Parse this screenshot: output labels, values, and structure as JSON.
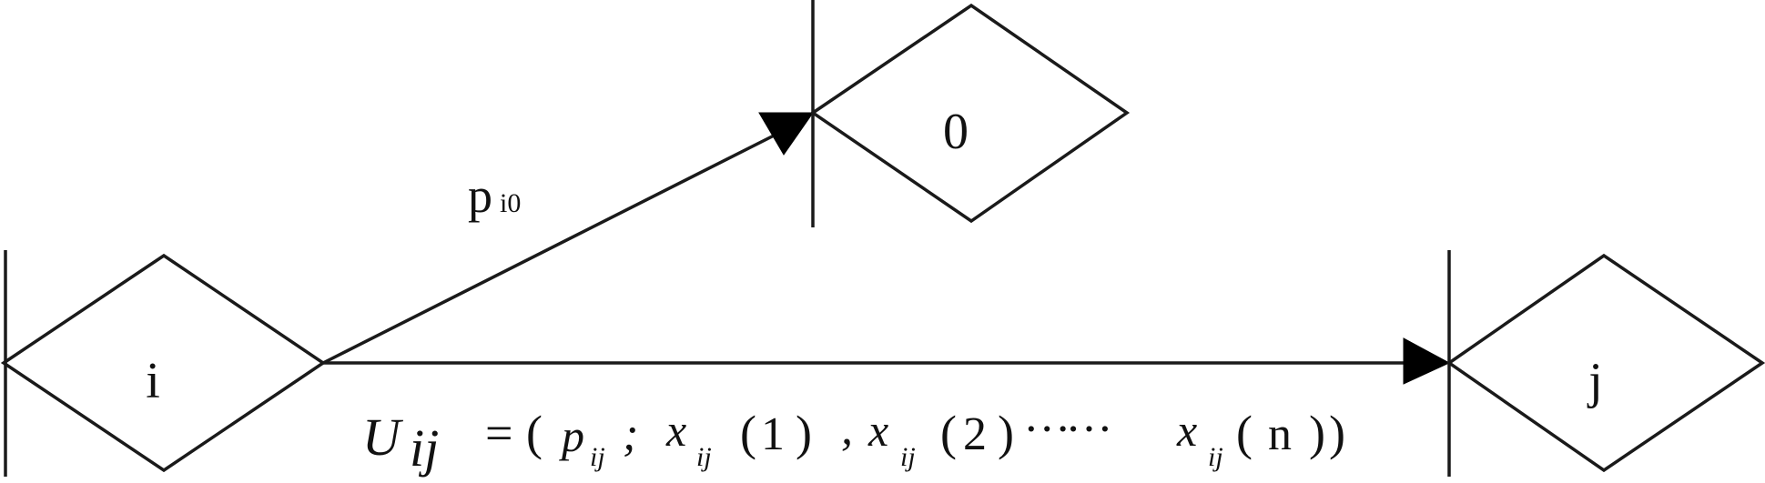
{
  "nodes": {
    "i": {
      "label": "i"
    },
    "zero": {
      "label": "0"
    },
    "j": {
      "label": "j"
    }
  },
  "edges": {
    "i_to_0": {
      "label_base": "p",
      "label_sub": "i0"
    },
    "i_to_j": {
      "U": "U",
      "U_sub": "ij",
      "eq": "=",
      "lparen": "(",
      "p": "p",
      "p_sub": "ij",
      "semi": ";",
      "x1": "x",
      "x1_sub": "ij",
      "arg1_open": "(",
      "arg1": "1",
      "arg1_close": ")",
      "comma": ",",
      "x2": "x",
      "x2_sub": "ij",
      "arg2_open": "(",
      "arg2": "2",
      "arg2_close": ")",
      "dots": "……",
      "x3": "x",
      "x3_sub": "ij",
      "arg3_open": "(",
      "arg3": "n",
      "arg3_close": ")",
      "rparen": ")"
    }
  },
  "colors": {
    "stroke": "#1a1a1a",
    "arrow": "#000000",
    "background": "#ffffff"
  }
}
